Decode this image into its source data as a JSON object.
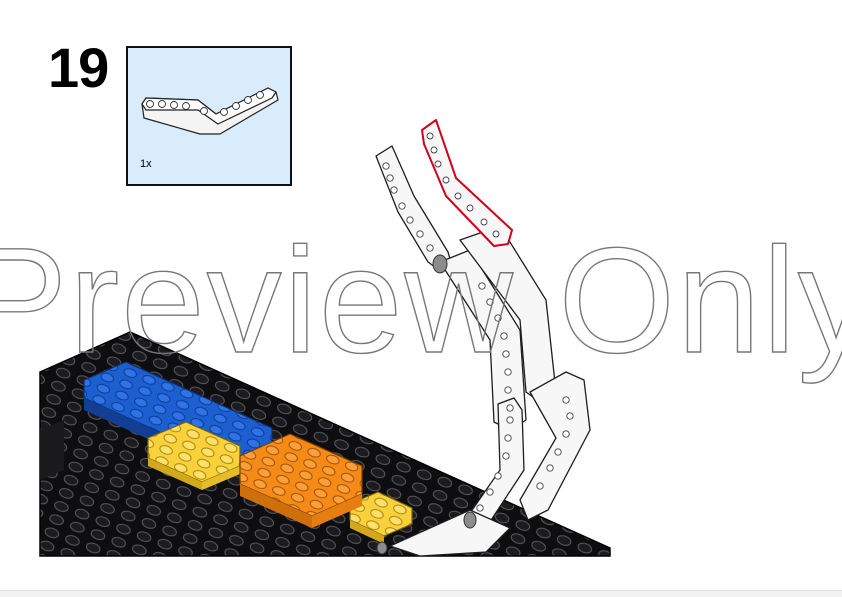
{
  "step": {
    "number": "19",
    "parts": [
      {
        "icon": "bent-liftarm-icon",
        "quantity": "1x"
      }
    ]
  },
  "watermark": {
    "text": "Preview Only"
  },
  "colors": {
    "callout_background": "#d9ecfb",
    "highlight": "#d0021b",
    "baseplate": "#0e0e10",
    "brick_blue": "#1b5fd1",
    "brick_yellow": "#f9d13b",
    "brick_orange": "#f58a16",
    "liftarm": "#f7f7f7"
  }
}
